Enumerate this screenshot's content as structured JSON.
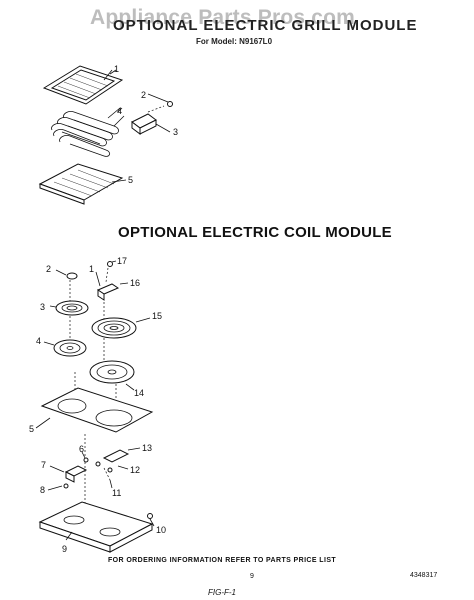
{
  "watermark": "Appliance Parts Pros.com",
  "grill_section": {
    "title": "OPTIONAL ELECTRIC GRILL MODULE",
    "model": "For Model: N9167L0",
    "callouts": [
      "1",
      "2",
      "3",
      "4",
      "5"
    ]
  },
  "coil_section": {
    "title": "OPTIONAL ELECTRIC COIL MODULE",
    "callouts": [
      "1",
      "2",
      "3",
      "4",
      "5",
      "6",
      "7",
      "8",
      "9",
      "10",
      "11",
      "12",
      "13",
      "14",
      "15",
      "16",
      "17"
    ]
  },
  "footer": {
    "note": "FOR ORDERING INFORMATION REFER TO PARTS PRICE LIST",
    "page_number": "9",
    "part_number": "4348317",
    "figure_id": "FIG-F-1"
  }
}
